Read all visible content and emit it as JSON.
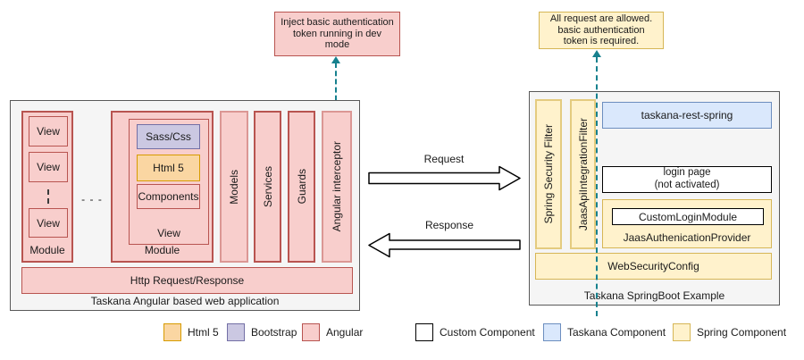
{
  "callouts": {
    "dev_token": "Inject basic authentication\ntoken running in dev\nmode",
    "auth_required": "All request are allowed.\nbasic authentication\ntoken is required."
  },
  "left_app": {
    "title": "Taskana Angular based web application",
    "module1": {
      "label": "Module",
      "views": [
        "View",
        "View",
        "View"
      ]
    },
    "modules_ellipsis": "- - -",
    "module2": {
      "label": "Module",
      "view_label": "View",
      "sass": "Sass/Css",
      "html5": "Html 5",
      "components": "Components"
    },
    "columns": [
      "Models",
      "Services",
      "Guards",
      "Angular interceptor"
    ],
    "http_bar": "Http Request/Response"
  },
  "arrows": {
    "request": "Request",
    "response": "Response"
  },
  "right_app": {
    "title": "Taskana SpringBoot Example",
    "filters": [
      "Spring Security Filter",
      "JaasApiIntegrationFilter"
    ],
    "rest": "taskana-rest-spring",
    "login": "login page\n(not activated)",
    "provider_label": "JaasAuthenicationProvider",
    "custom_login_module": "CustomLoginModule",
    "web_security": "WebSecurityConfig"
  },
  "legend": [
    {
      "label": "Html 5"
    },
    {
      "label": "Bootstrap"
    },
    {
      "label": "Angular"
    },
    {
      "label": "Custom Component"
    },
    {
      "label": "Taskana Component"
    },
    {
      "label": "Spring Component"
    }
  ],
  "colors": {
    "angular_fill": "#F8CECC",
    "angular_border": "#B85450",
    "html5_fill": "#FAD6A2",
    "html5_border": "#D79B00",
    "bootstrap_fill": "#CBC8E2",
    "bootstrap_border": "#736FA5",
    "taskana_fill": "#DAE8FC",
    "taskana_border": "#6C8EBF",
    "spring_fill": "#FFF2CC",
    "spring_border": "#D6B656",
    "custom_border": "#000000",
    "container_fill": "#F5F5F5",
    "container_border": "#595959",
    "dashed_connector": "#17818E"
  }
}
